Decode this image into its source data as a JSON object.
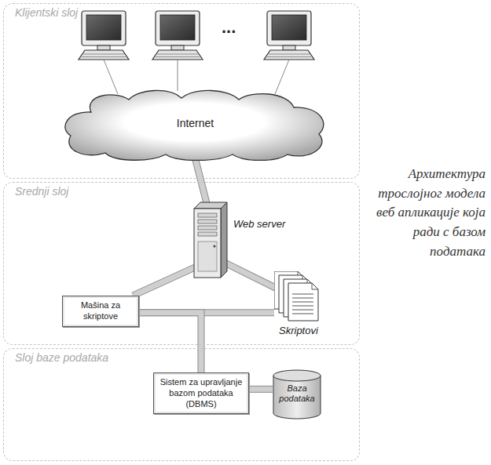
{
  "diagram": {
    "caption": "Архитектура трослојног модела веб апликације која ради с базом података",
    "nodes": [
      {
        "text": [
          "Klijentski sloj"
        ]
      },
      {
        "text": [
          "Internet"
        ],
        "in": 0
      },
      {
        "text": [
          "Srednji sloj"
        ]
      },
      {
        "text": [
          "Web server"
        ],
        "in": 2
      },
      {
        "text": [
          "Mašina za skriptove"
        ],
        "in": 2
      },
      {
        "text": [
          "Skriptovi"
        ],
        "in": 2
      },
      {
        "text": [
          "Sloj baze podataka"
        ]
      },
      {
        "text": [
          "Sistem za upravljanje bazom podataka (DBMS)"
        ],
        "in": 6
      },
      {
        "text": [
          "Baza podataka"
        ],
        "in": 6
      }
    ],
    "edges": [
      {
        "from": 1,
        "to": 3,
        "arrow": "none"
      },
      {
        "from": 3,
        "to": 4,
        "arrow": "none"
      },
      {
        "from": 3,
        "to": 5,
        "arrow": "none"
      },
      {
        "from": 4,
        "to": 5,
        "arrow": "none"
      },
      {
        "from": 4,
        "to": 7,
        "arrow": "none"
      },
      {
        "from": 7,
        "to": 8,
        "arrow": "none"
      }
    ],
    "labels": [
      "..."
    ]
  }
}
